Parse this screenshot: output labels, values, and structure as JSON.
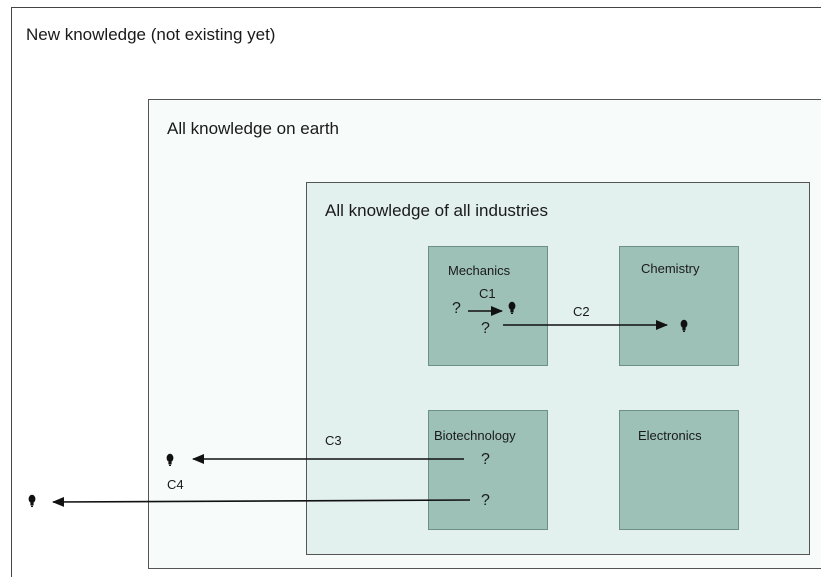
{
  "outer": {
    "label": "New knowledge (not existing yet)"
  },
  "earth": {
    "label": "All knowledge on earth"
  },
  "industries": {
    "label": "All knowledge of all industries"
  },
  "fields": {
    "mechanics": "Mechanics",
    "chemistry": "Chemistry",
    "biotechnology": "Biotechnology",
    "electronics": "Electronics"
  },
  "markers": {
    "question": "?"
  },
  "connections": {
    "c1": "C1",
    "c2": "C2",
    "c3": "C3",
    "c4": "C4"
  },
  "icons": {
    "idea": "lightbulb-icon"
  }
}
